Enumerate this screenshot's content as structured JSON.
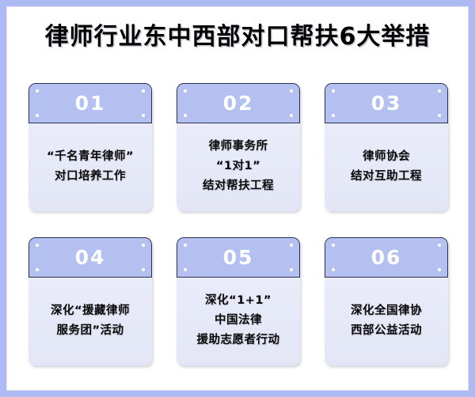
{
  "poster": {
    "title": "律师行业东中西部对口帮扶6大举措",
    "frame_color": "#adbaf4",
    "background_color": "#ffffff",
    "title_color": "#000000",
    "card_header_color": "#b4c0f0",
    "card_header_border_color": "#2b3054",
    "card_body_color": "#eceefb",
    "number_color": "#ffffff"
  },
  "cards": [
    {
      "number": "01",
      "lines": [
        "“千名青年律师”",
        "对口培养工作"
      ]
    },
    {
      "number": "02",
      "lines": [
        "律师事务所",
        "“1对1”",
        "结对帮扶工程"
      ]
    },
    {
      "number": "03",
      "lines": [
        "律师协会",
        "结对互助工程"
      ]
    },
    {
      "number": "04",
      "lines": [
        "深化“援藏律师",
        "服务团”活动"
      ]
    },
    {
      "number": "05",
      "lines": [
        "深化“1+1”",
        "中国法律",
        "援助志愿者行动"
      ]
    },
    {
      "number": "06",
      "lines": [
        "深化全国律协",
        "西部公益活动"
      ]
    }
  ]
}
